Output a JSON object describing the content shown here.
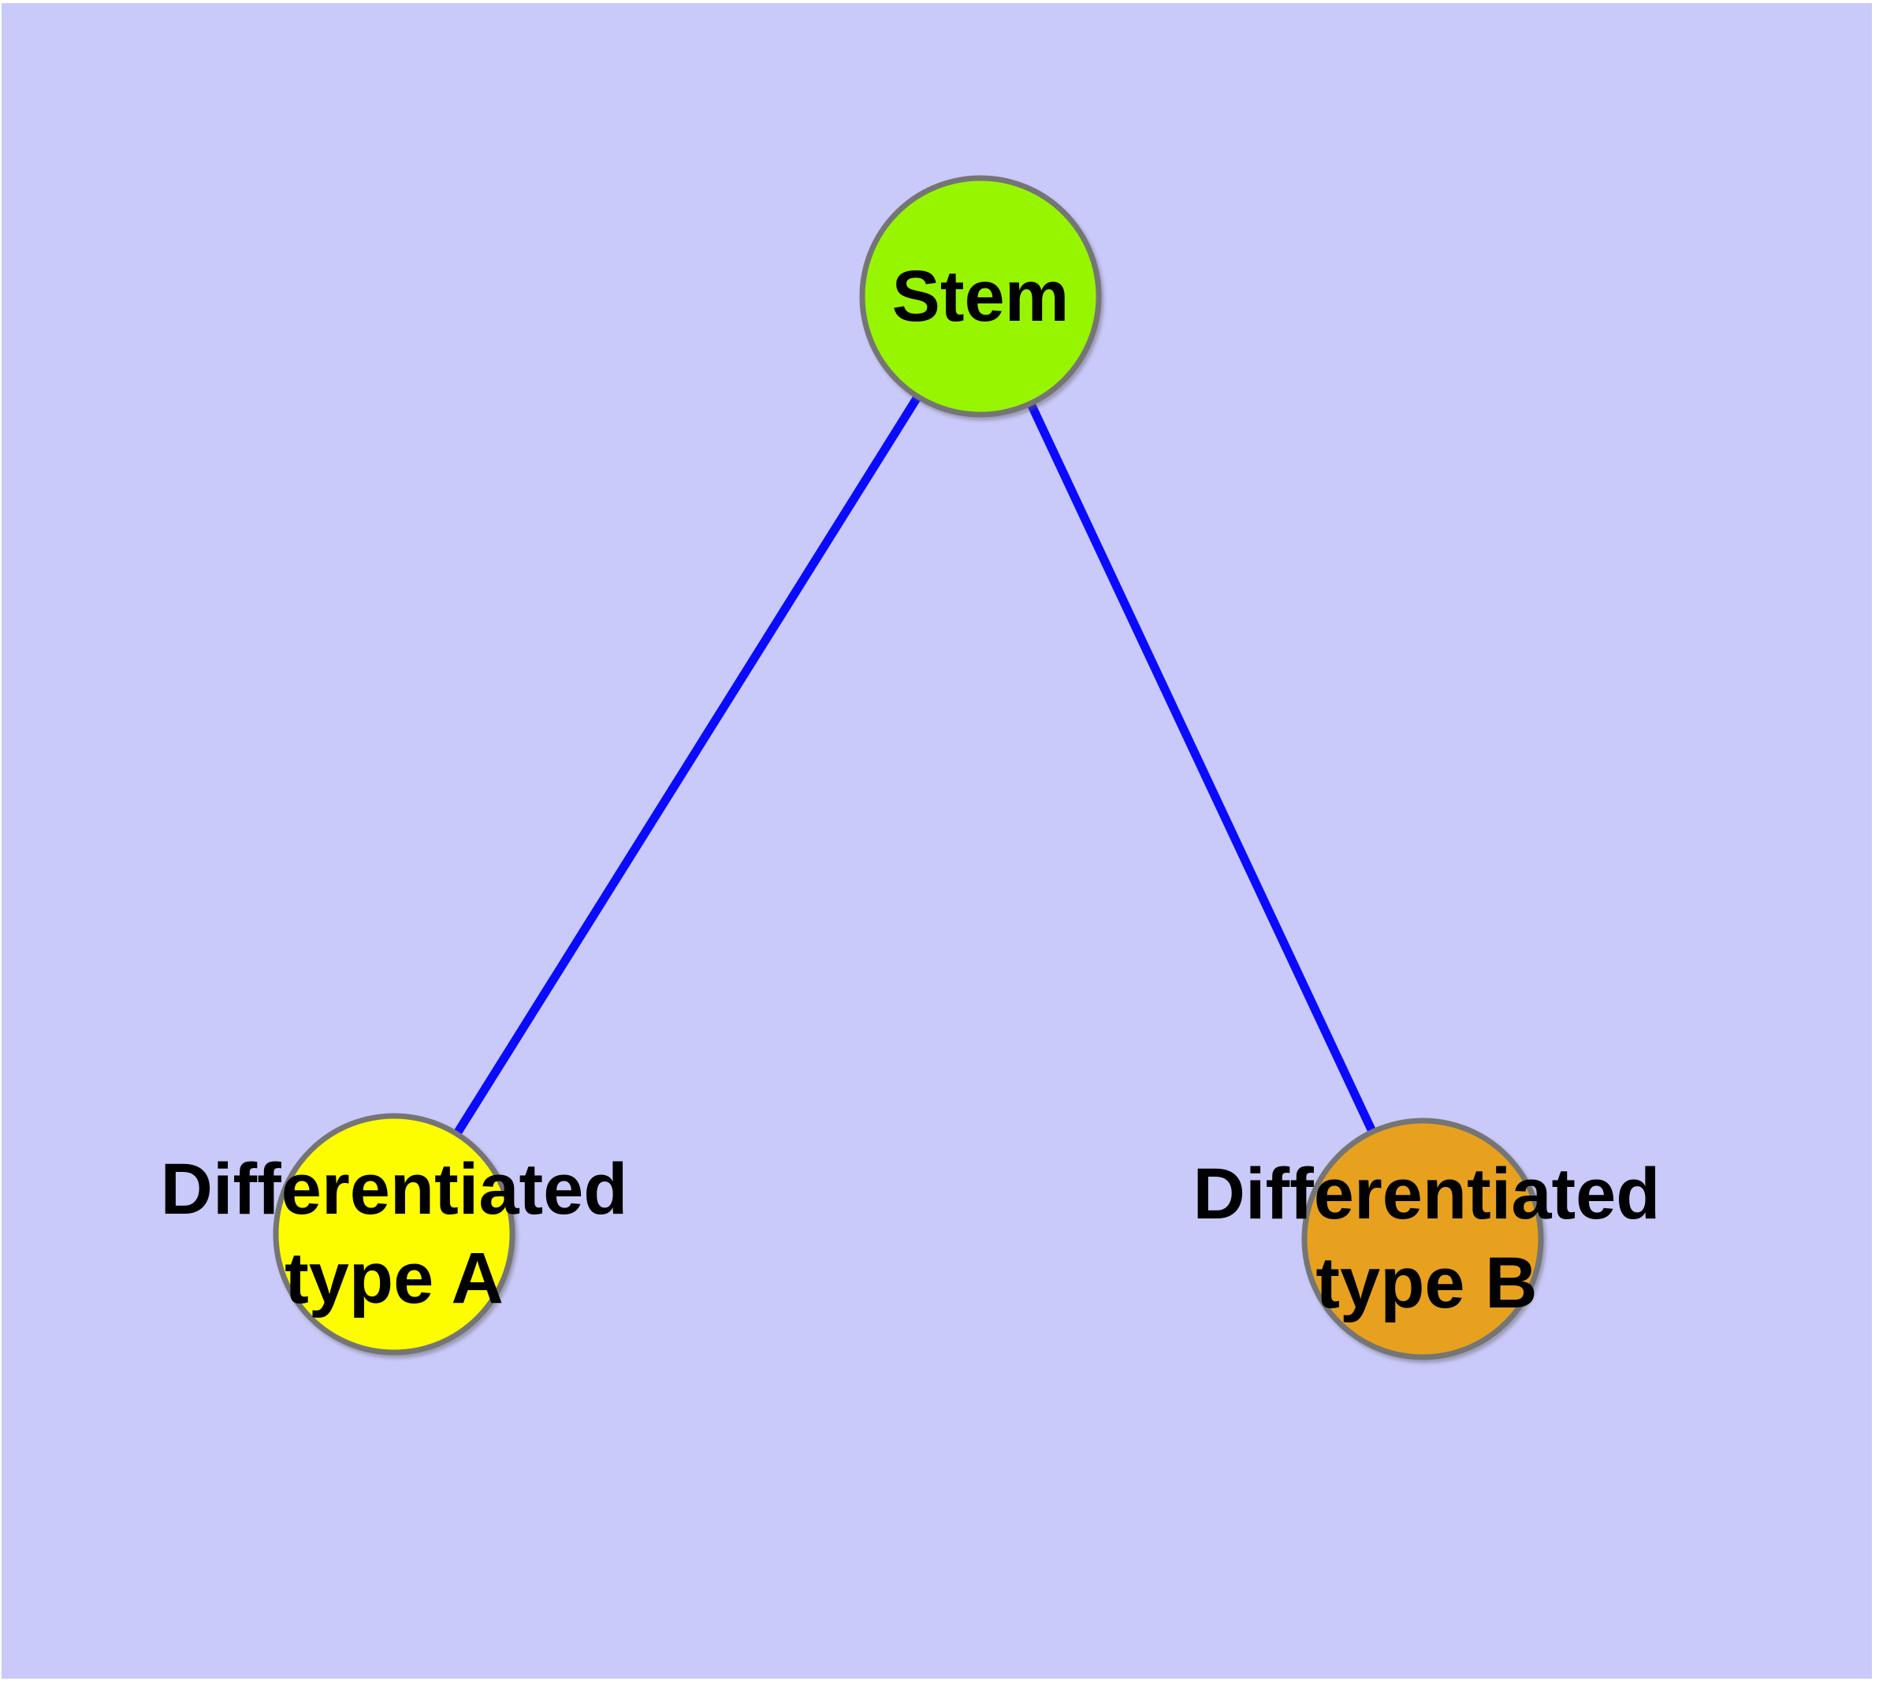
{
  "diagram": {
    "type": "node-link-graph",
    "background_color": "#c9c9fa",
    "frame_color": "#ffffff",
    "edge_color": "#0a0aff",
    "node_border_color": "#757575",
    "label_color": "#000000",
    "nodes": [
      {
        "id": "stem",
        "label": "Stem",
        "fill": "#98f500"
      },
      {
        "id": "differentiated-type-a",
        "label_line1": "Differentiated",
        "label_line2": "type A",
        "fill": "#fdfd00"
      },
      {
        "id": "differentiated-type-b",
        "label_line1": "Differentiated",
        "label_line2": "type B",
        "fill": "#e7a11f"
      }
    ],
    "edges": [
      {
        "from": "Stem",
        "to": "Differentiated type A"
      },
      {
        "from": "Stem",
        "to": "Differentiated type B"
      }
    ]
  }
}
